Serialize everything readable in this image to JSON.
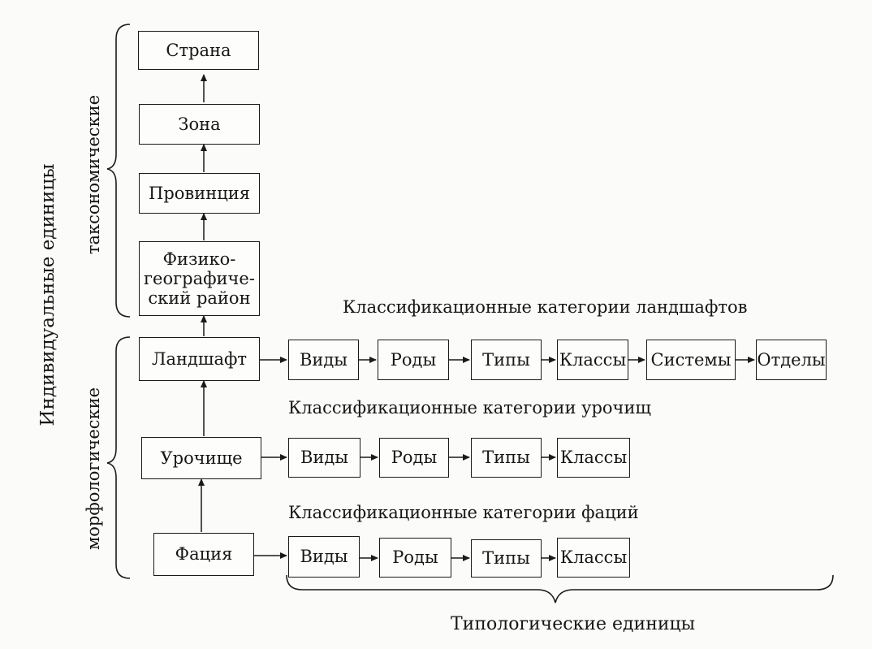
{
  "hierarchy": {
    "country": "Страна",
    "zone": "Зона",
    "province": "Провинция",
    "district": "Физико-\nгеографиче-\nский район",
    "landscape": "Ландшафт",
    "tract": "Урочище",
    "facies": "Фация"
  },
  "rows": {
    "landscape": {
      "caption": "Классификационные категории ландшафтов",
      "items": [
        "Виды",
        "Роды",
        "Типы",
        "Классы",
        "Системы",
        "Отделы"
      ]
    },
    "tract": {
      "caption": "Классификационные категории урочищ",
      "items": [
        "Виды",
        "Роды",
        "Типы",
        "Классы"
      ]
    },
    "facies": {
      "caption": "Классификационные категории фаций",
      "items": [
        "Виды",
        "Роды",
        "Типы",
        "Классы"
      ]
    }
  },
  "side_labels": {
    "individual": "Индивидуальные единицы",
    "taxonomic": "таксономические",
    "morphological": "морфологические"
  },
  "bottom_label": "Типологические единицы",
  "colors": {
    "ink": "#1a1a1a",
    "paper": "#fbfbf9"
  }
}
